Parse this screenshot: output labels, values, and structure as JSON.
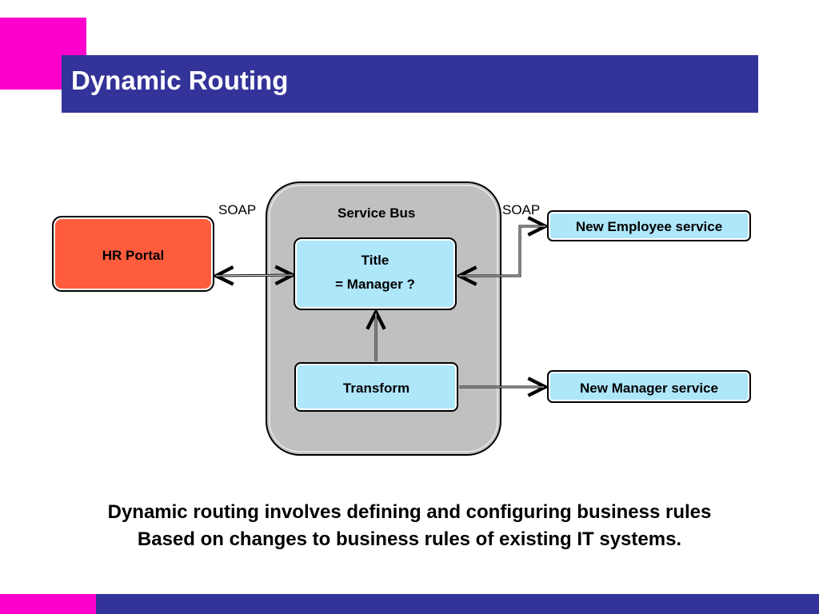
{
  "slide": {
    "title": "Dynamic Routing",
    "caption_lines": [
      "Dynamic routing involves defining and configuring business rules",
      "Based on changes to business rules of existing IT systems."
    ]
  },
  "diagram": {
    "hr_portal": "HR Portal",
    "service_bus": "Service Bus",
    "decision_line1": "Title",
    "decision_line2": "= Manager ?",
    "transform": "Transform",
    "new_employee_service": "New Employee service",
    "new_manager_service": "New Manager service",
    "soap_left": "SOAP",
    "soap_right": "SOAP"
  },
  "colors": {
    "accent_blue": "#333399",
    "accent_pink": "#ff00cc",
    "hr_portal_fill": "#ff5c3d",
    "service_box_fill": "#aee6fa",
    "bus_fill": "#c0c0c0"
  }
}
